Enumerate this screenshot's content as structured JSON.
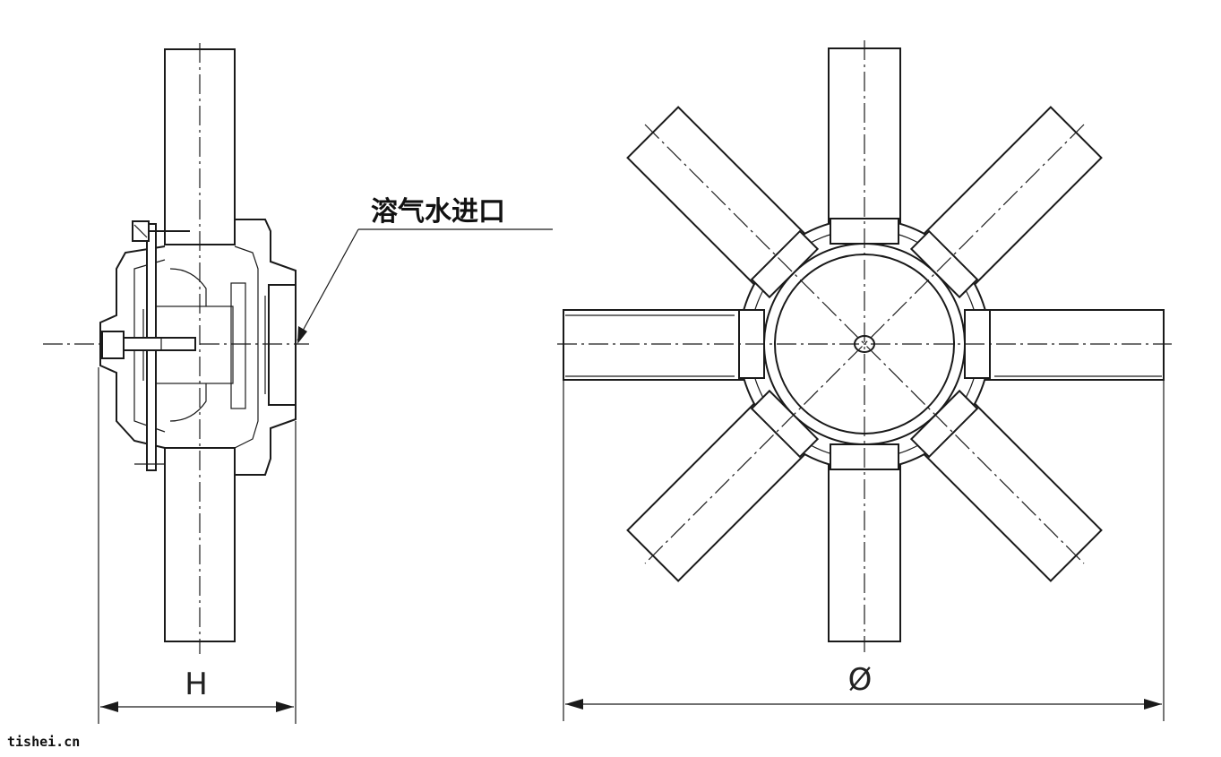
{
  "callout": {
    "inlet_label": "溶气水进口"
  },
  "dimensions": {
    "height_label": "H",
    "diameter_label": "Ø"
  },
  "watermark": {
    "text": "tishei.cn"
  }
}
